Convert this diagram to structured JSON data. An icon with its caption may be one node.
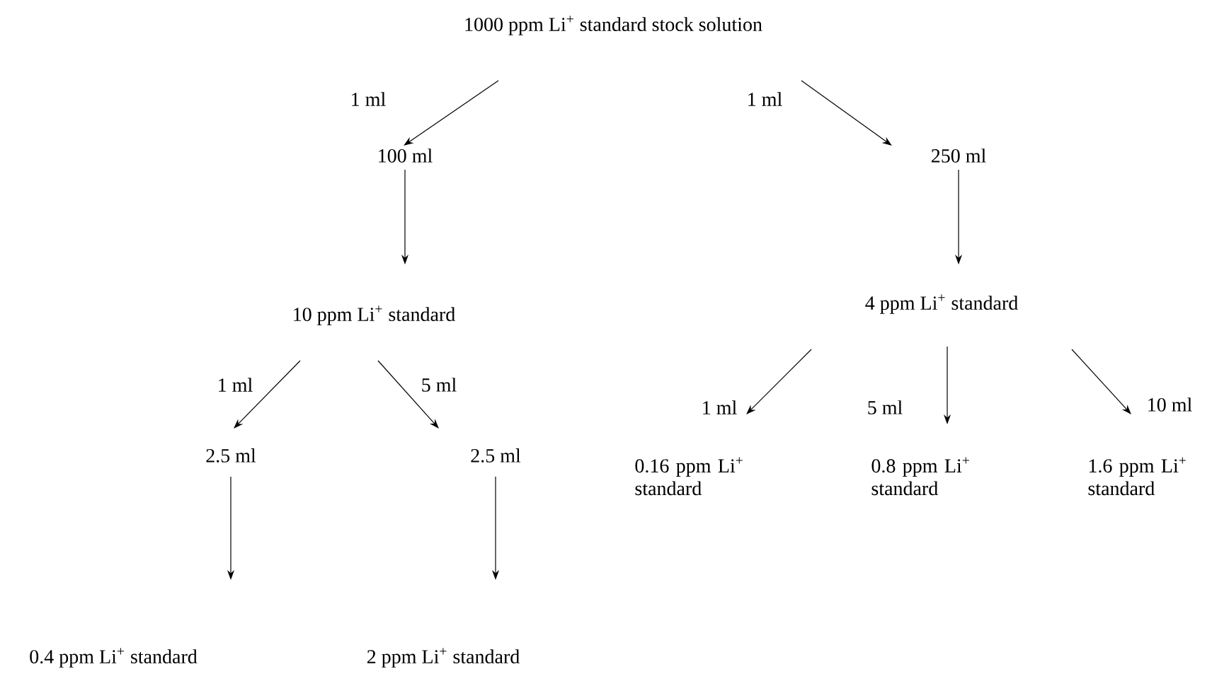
{
  "diagram": {
    "nodes": [
      {
        "text": [
          "1000 ppm Li$^{+}$ standard stock solution"
        ]
      },
      {
        "text": [
          "100 ml"
        ]
      },
      {
        "text": [
          "250 ml"
        ]
      },
      {
        "text": [
          "10 ppm Li$^{+}$ standard"
        ]
      },
      {
        "text": [
          "4 ppm Li$^{+}$ standard"
        ]
      },
      {
        "text": [
          "2.5 ml"
        ]
      },
      {
        "text": [
          "2.5 ml"
        ]
      },
      {
        "text": [
          "0.4 ppm Li$^{+}$ standard"
        ]
      },
      {
        "text": [
          "2 ppm Li$^{+}$ standard"
        ]
      },
      {
        "text": [
          "0.16 ppm Li$^{+}$ standard"
        ]
      },
      {
        "text": [
          "0.8 ppm Li$^{+}$ standard"
        ]
      },
      {
        "text": [
          "1.6 ppm Li$^{+}$ standard"
        ]
      }
    ],
    "edges": [
      {
        "from": 0,
        "to": 1,
        "arrow": "to",
        "label": "1 ml"
      },
      {
        "from": 0,
        "to": 2,
        "arrow": "to",
        "label": "1 ml"
      },
      {
        "from": 1,
        "to": 3,
        "arrow": "to"
      },
      {
        "from": 2,
        "to": 4,
        "arrow": "to"
      },
      {
        "from": 3,
        "to": 5,
        "arrow": "to",
        "label": "1 ml"
      },
      {
        "from": 3,
        "to": 6,
        "arrow": "to",
        "label": "5 ml"
      },
      {
        "from": 4,
        "to": 9,
        "arrow": "to",
        "label": "1 ml"
      },
      {
        "from": 4,
        "to": 10,
        "arrow": "to",
        "label": "5 ml"
      },
      {
        "from": 4,
        "to": 11,
        "arrow": "to",
        "label": "10 ml"
      },
      {
        "from": 5,
        "to": 7,
        "arrow": "to"
      },
      {
        "from": 6,
        "to": 8,
        "arrow": "to"
      }
    ]
  }
}
